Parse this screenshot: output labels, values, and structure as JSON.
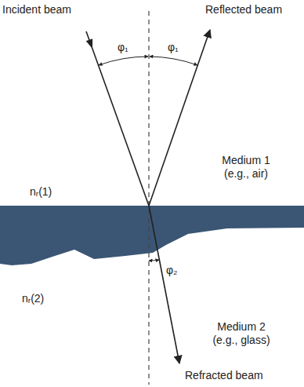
{
  "diagram": {
    "labels": [
      "Incident beam",
      "Reflected beam",
      "φ₁",
      "φ₁",
      "nᵣ(1)",
      "Medium 1 (e.g., air)",
      "φ₂",
      "nᵣ(2)",
      "Medium 2 (e.g., glass)",
      "Refracted beam"
    ]
  }
}
